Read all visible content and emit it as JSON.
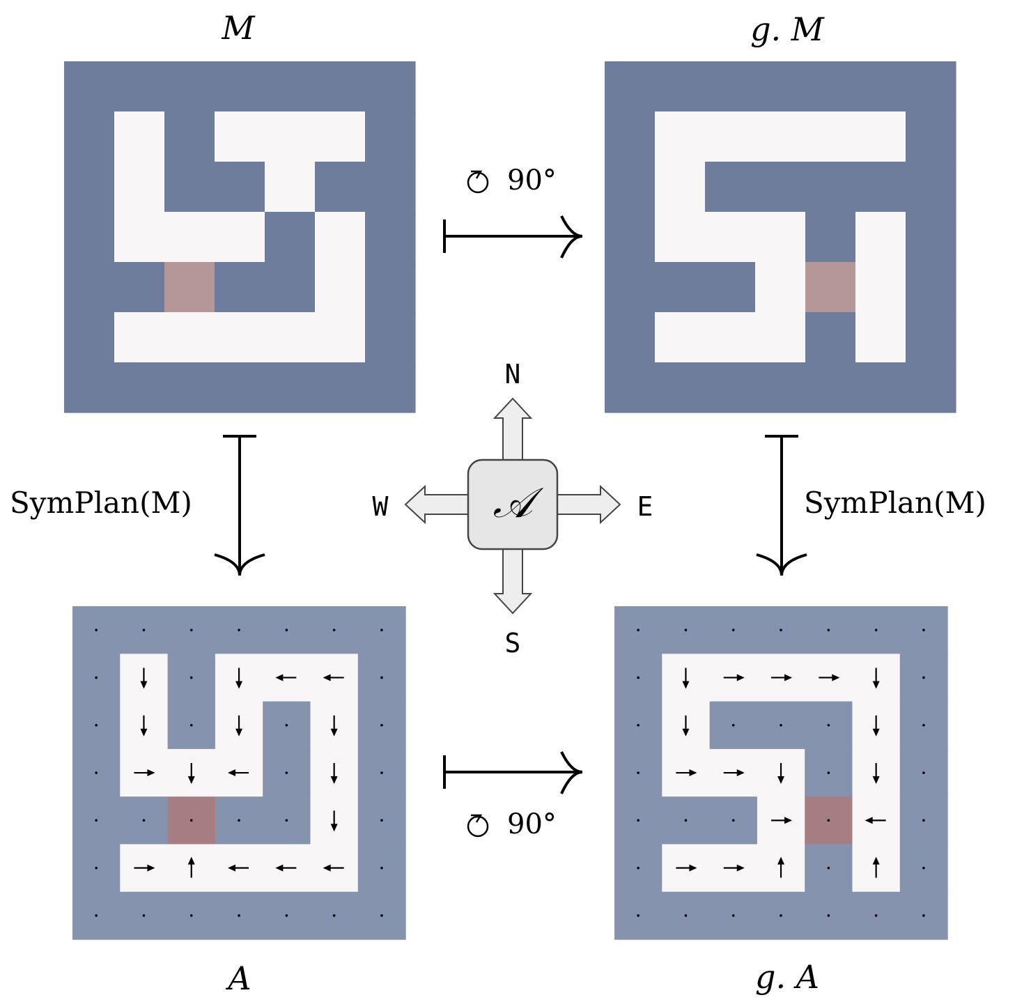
{
  "labels": {
    "top_left": "M",
    "top_right": "g. M",
    "bottom_left": "A",
    "bottom_right": "g. A",
    "left_arrow": "SymPlan(M)",
    "right_arrow": "SymPlan(M)",
    "top_rotation": "90°",
    "bottom_rotation": "90°",
    "agent": "𝒜",
    "north": "N",
    "south": "S",
    "east": "E",
    "west": "W"
  },
  "colors": {
    "wall_dark": "#6f7d9d",
    "wall_light": "#8693ae",
    "free": "#f8f6f7",
    "goal_light": "#b59797",
    "goal_dark": "#a67e82",
    "agent_fill": "#e6e6e6",
    "ink": "#000000"
  },
  "grids": {
    "M": [
      "#######",
      "#.#...#",
      "#.##.##",
      "#...#.#",
      "##G##.#",
      "#.....#",
      "#######"
    ],
    "gM": [
      "#######",
      "#.....#",
      "#.####.#",
      "#...#.#",
      "###.G.#",
      "#...#.#",
      "#######"
    ],
    "A_policy": [
      "#######",
      "#v#v<<#",
      "#v#v#v#",
      "#>v<#v#",
      "##G##v#",
      "#>^<<<#",
      "#######"
    ],
    "gA_policy": [
      "#######",
      "#v>>>v#",
      "#v###v#",
      "#>>v#v#",
      "###>G<#",
      "#>>^#^#",
      "#######"
    ]
  }
}
